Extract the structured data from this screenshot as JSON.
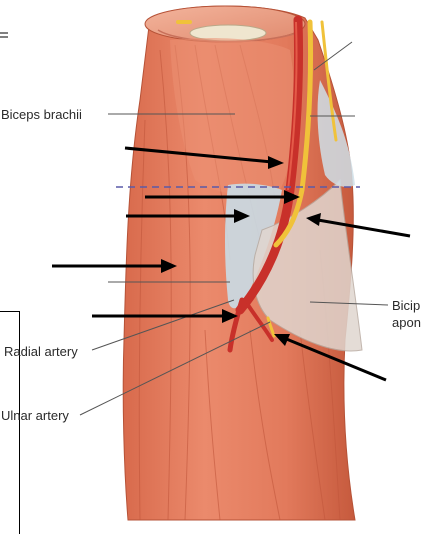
{
  "labels": {
    "biceps_brachii": "Biceps brachii",
    "radial_artery": "Radial artery",
    "ulnar_artery": "Ulnar artery",
    "bicipital_aponeurosis_line1": "Bicip",
    "bicipital_aponeurosis_line2": "apon"
  },
  "colors": {
    "muscle": "#e27a5c",
    "muscle_dark": "#c65a3d",
    "muscle_light": "#f2a88c",
    "artery": "#c8302a",
    "nerve": "#f0c23a",
    "fascia": "#c9dbe6",
    "aponeurosis": "#d9cfc8",
    "bone": "#efe6cf",
    "arrow": "#000000",
    "dashed_line": "#5a5aa8",
    "text": "#2a2a2a"
  }
}
